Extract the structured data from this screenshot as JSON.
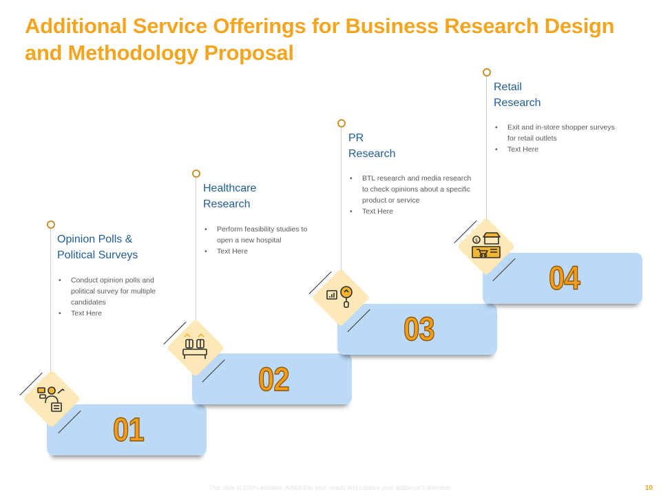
{
  "title": {
    "line1": "Additional Service Offerings for Business Research Design",
    "line2": "and Methodology Proposal"
  },
  "steps": [
    {
      "number": "01",
      "heading_line1": "Opinion Polls &",
      "heading_line2": "Political Surveys",
      "bullets": [
        "Conduct opinion polls and political survey for multiple candidates",
        "Text Here"
      ],
      "icon": "survey-person-icon"
    },
    {
      "number": "02",
      "heading_line1": "Healthcare",
      "heading_line2": "Research",
      "bullets": [
        "Perform feasibility studies to open a new hospital",
        "Text Here"
      ],
      "icon": "hospital-beds-icon"
    },
    {
      "number": "03",
      "heading_line1": "PR",
      "heading_line2": "Research",
      "bullets": [
        "BTL research and media research to check opinions about a specific product or service",
        "Text Here"
      ],
      "icon": "idea-chart-icon"
    },
    {
      "number": "04",
      "heading_line1": "Retail",
      "heading_line2": "Research",
      "bullets": [
        "Exit and in-store shopper surveys for retail outlets",
        "Text Here"
      ],
      "icon": "retail-store-icon"
    }
  ],
  "footer": "This slide is 100% editable. Adapt it to your needs and capture your audience's attention.",
  "page_number": "10",
  "colors": {
    "title": "#f4a520",
    "heading": "#1f5c99",
    "step_fill": "#bcd9f5",
    "diamond": "#fde8b8",
    "number": "#f19d1b"
  }
}
